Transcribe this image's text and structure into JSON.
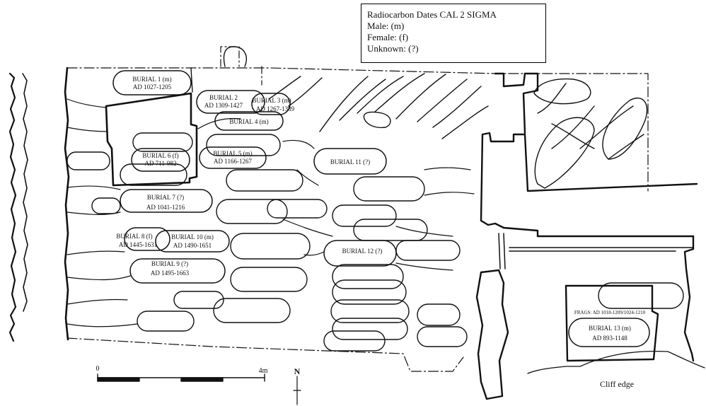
{
  "legend": {
    "title": "Radiocarbon Dates CAL 2 SIGMA",
    "male": "Male: (m)",
    "female": "Female: (f)",
    "unknown": "Unknown: (?)"
  },
  "burials": [
    {
      "label": "BURIAL 1 (m)",
      "date": "AD 1027-1205"
    },
    {
      "label": "BURIAL 2",
      "date": "AD 1309-1427"
    },
    {
      "label": "BURIAL 3 (m)",
      "date": "AD 1267-1389"
    },
    {
      "label": "BURIAL 4 (m)",
      "date": ""
    },
    {
      "label": "BURIAL 5 (m)",
      "date": "AD 1166-1267"
    },
    {
      "label": "BURIAL 6 (f)",
      "date": "AD 711-982"
    },
    {
      "label": "BURIAL 7 (?)",
      "date": "AD 1041-1216"
    },
    {
      "label": "BURIAL 8 (f)",
      "date": "AD 1445-1631"
    },
    {
      "label": "BURIAL 9 (?)",
      "date": "AD 1495-1663"
    },
    {
      "label": "BURIAL 10 (m)",
      "date": "AD 1490-1651"
    },
    {
      "label": "BURIAL 11 (?)",
      "date": ""
    },
    {
      "label": "BURIAL 12 (?)",
      "date": ""
    },
    {
      "label": "BURIAL 13 (m)",
      "date": "AD  893-1148"
    }
  ],
  "frags": "FRAGS: AD 1018-1209/1024-1210",
  "cliff_edge": "Cliff edge",
  "scale": {
    "start": "0",
    "end": "4m"
  },
  "north": "N"
}
